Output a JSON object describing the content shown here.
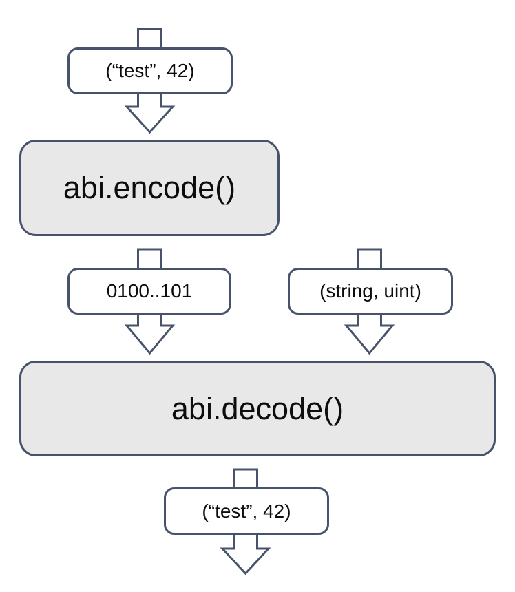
{
  "diagram": {
    "colors": {
      "background": "#ffffff",
      "stroke": "#47536b",
      "process_fill": "#e8e8e8",
      "label_fill": "#ffffff",
      "text": "#0d0d0d"
    },
    "nodes": {
      "input_tuple": {
        "label": "(“test”, 42)"
      },
      "encode_fn": {
        "label": "abi.encode()"
      },
      "encoded_bytes": {
        "label": "0100..101"
      },
      "type_tuple": {
        "label": "(string, uint)"
      },
      "decode_fn": {
        "label": "abi.decode()"
      },
      "output_tuple": {
        "label": "(“test”, 42)"
      }
    },
    "arrows": [
      {
        "name": "input-into-encode"
      },
      {
        "name": "encoded-bytes-into-decode"
      },
      {
        "name": "types-into-decode"
      },
      {
        "name": "decode-output"
      }
    ]
  }
}
